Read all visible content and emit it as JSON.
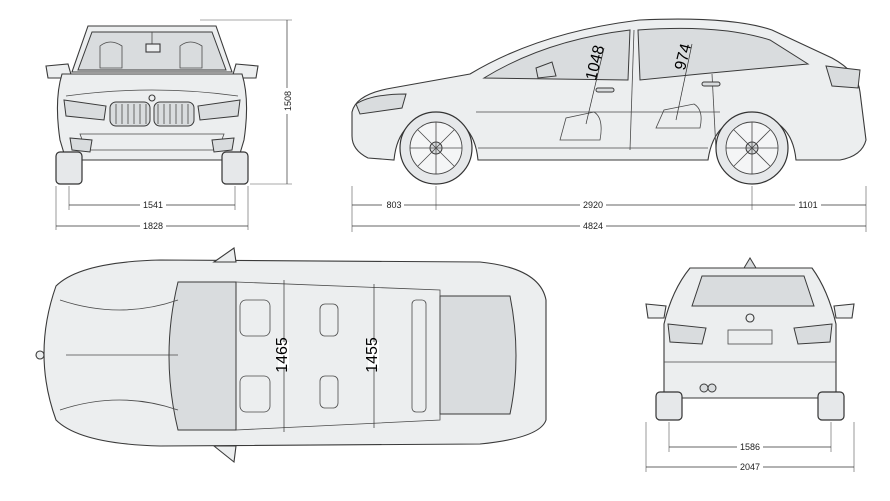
{
  "views": {
    "front": {
      "width_track": "1541",
      "width_body": "1828",
      "height": "1508"
    },
    "side": {
      "front_overhang": "803",
      "wheelbase": "2920",
      "rear_overhang": "1101",
      "length": "4824",
      "front_headroom": "1048",
      "rear_headroom": "974"
    },
    "top": {
      "front_shoulder": "1465",
      "rear_shoulder": "1455"
    },
    "rear": {
      "width_track": "1586",
      "width_mirrors": "2047"
    }
  }
}
